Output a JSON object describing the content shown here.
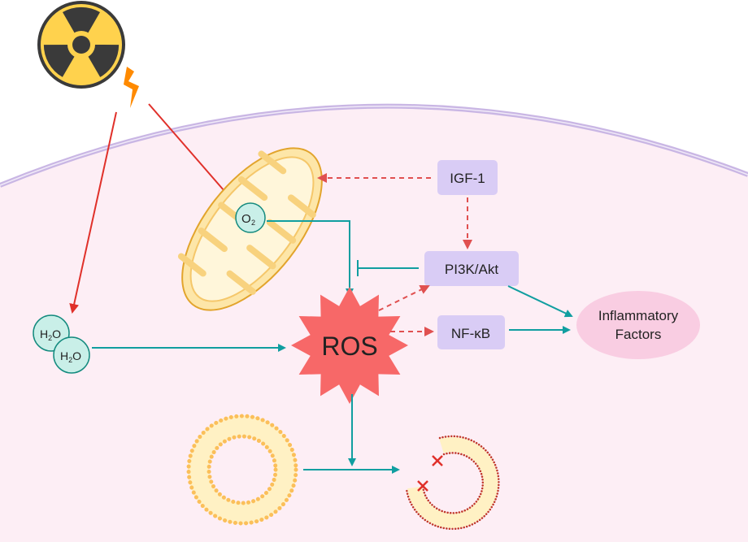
{
  "labels": {
    "o2_main": "O",
    "o2_sub": "2",
    "h2o_h": "H",
    "h2o_sub": "2",
    "h2o_o": "O",
    "igf1": "IGF-1",
    "pi3k": "PI3K/Akt",
    "nfkb": "NF-κB",
    "ros": "ROS",
    "inflammatory_line1": "Inflammatory",
    "inflammatory_line2": "Factors"
  },
  "colors": {
    "cytoplasm": "#fdeef5",
    "membrane": "#c9b6e4",
    "teal_arrow": "#109ea0",
    "red_arrow": "#e0302a",
    "dashed_arrow": "#e05050",
    "protein_box": "#d9ccf5",
    "ros_star": "#f76868",
    "inflammatory": "#f9cde2",
    "molecule": "#c9efe8",
    "lipid": "#fbbf5a"
  }
}
